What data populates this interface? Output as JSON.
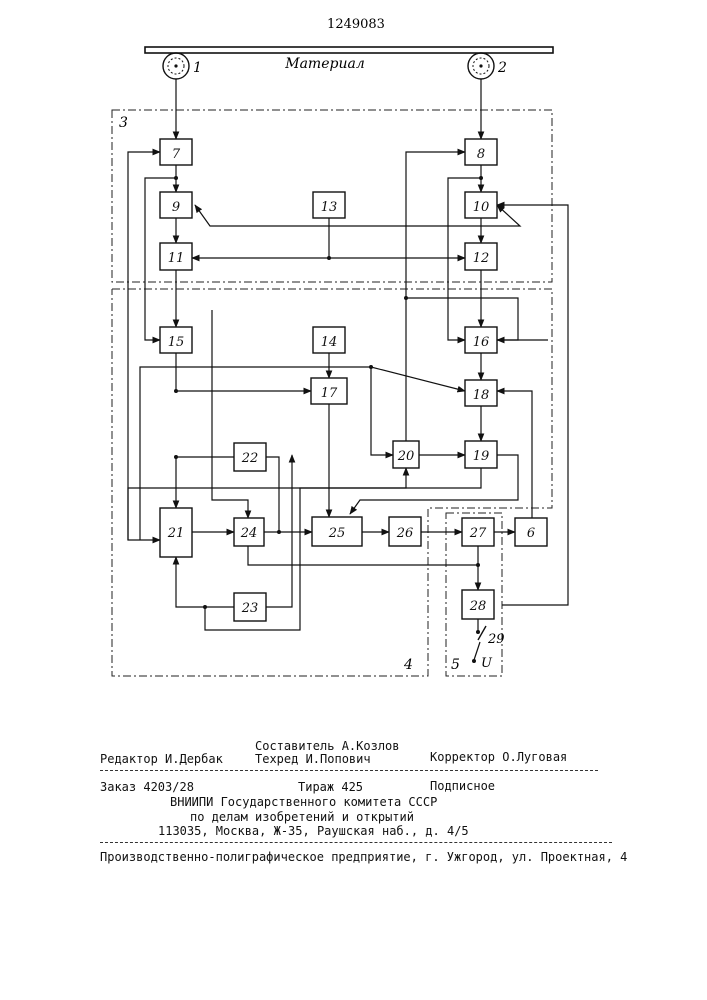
{
  "patent_number": "1249083",
  "material_label": "Материал",
  "sensors": [
    "1",
    "2"
  ],
  "units": [
    "3",
    "4",
    "5"
  ],
  "blocks": [
    "7",
    "8",
    "9",
    "10",
    "11",
    "12",
    "13",
    "14",
    "15",
    "16",
    "17",
    "18",
    "19",
    "20",
    "21",
    "22",
    "23",
    "24",
    "25",
    "26",
    "27",
    "6",
    "28"
  ],
  "switch": {
    "label": "29",
    "voltage": "U"
  },
  "footer": {
    "editor": "Редактор И.Дербак",
    "compiler": "Составитель А.Козлов",
    "techred": "Техред И.Попович",
    "corrector": "Корректор О.Луговая",
    "order": "Заказ 4203/28",
    "circulation": "Тираж 425",
    "subscription": "Подписное",
    "org1": "ВНИИПИ Государственного комитета СССР",
    "org2": "по делам изобретений и открытий",
    "address": "113035, Москва, Ж-35, Раушская наб., д. 4/5",
    "printer": "Производственно-полиграфическое предприятие, г. Ужгород, ул. Проектная, 4"
  }
}
